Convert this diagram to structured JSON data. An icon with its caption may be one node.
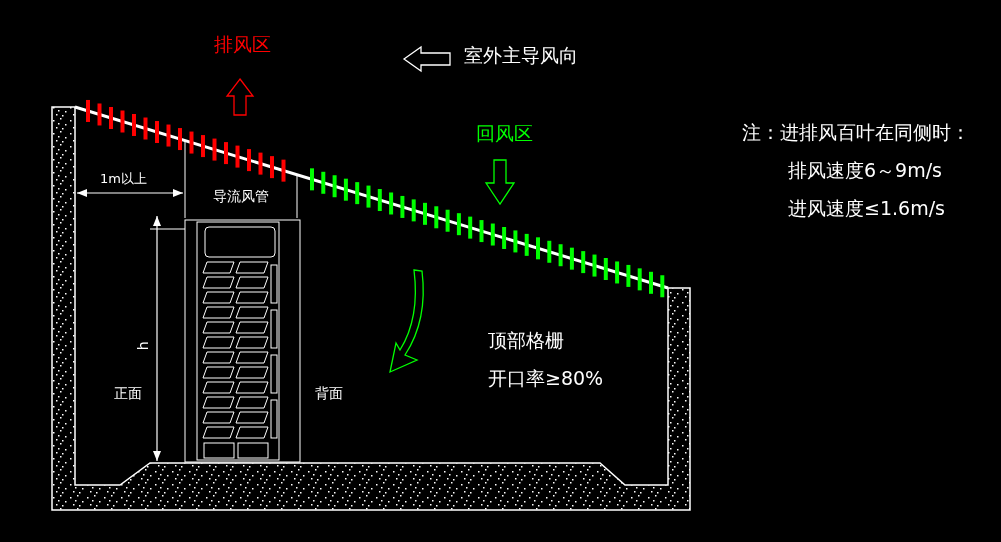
{
  "diagram": {
    "nodes": [
      {
        "text": [
          "导流风管"
        ]
      }
    ],
    "labels": [
      "排风区",
      "室外主导风向",
      "回风区",
      "注：进排风百叶在同侧时：",
      "排风速度6～9m/s",
      "进风速度≤1.6m/s",
      "1m以上",
      "h",
      "正面",
      "背面",
      "顶部格栅",
      "开口率≥80%"
    ]
  }
}
